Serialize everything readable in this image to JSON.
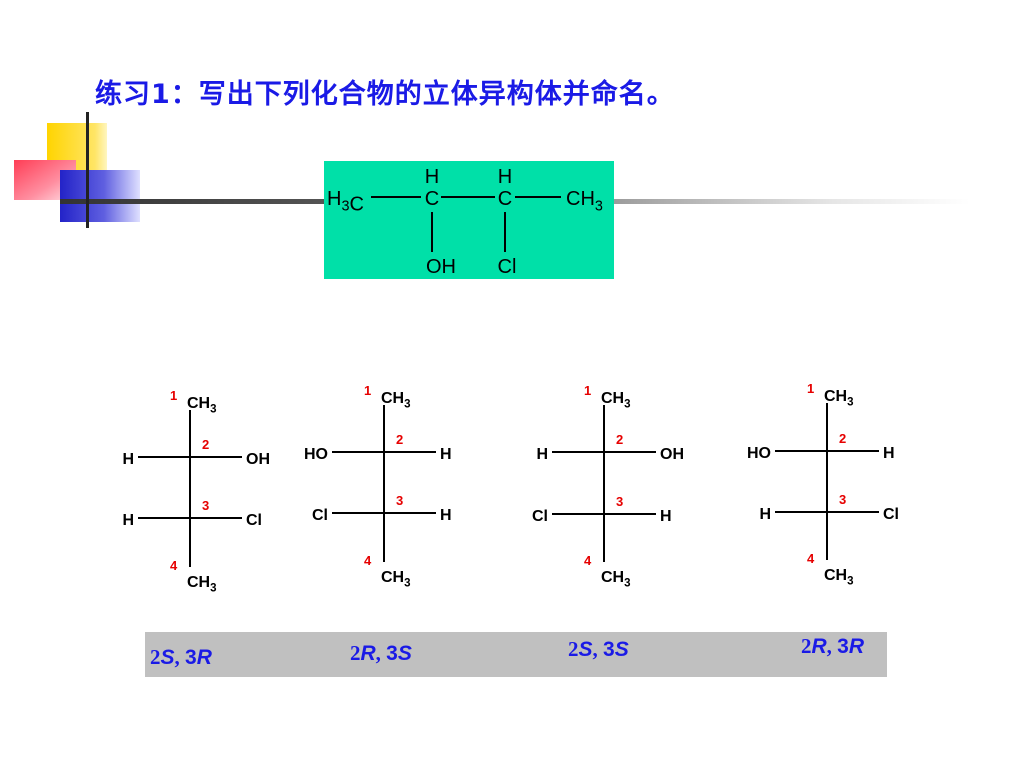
{
  "title": "练习1：写出下列化合物的立体异构体并命名。",
  "molecule": {
    "left_group": "H3C",
    "c2": "C",
    "c3": "C",
    "right_group": "CH3",
    "c2_top": "H",
    "c3_top": "H",
    "c2_bottom": "OH",
    "c3_bottom": "Cl"
  },
  "projections": [
    {
      "top": "CH3",
      "bottom": "CH3",
      "c2_left": "H",
      "c2_right": "OH",
      "c3_left": "H",
      "c3_right": "Cl",
      "n1": "1",
      "n2": "2",
      "n3": "3",
      "n4": "4",
      "name": "2S, 3R"
    },
    {
      "top": "CH3",
      "bottom": "CH3",
      "c2_left": "HO",
      "c2_right": "H",
      "c3_left": "Cl",
      "c3_right": "H",
      "n1": "1",
      "n2": "2",
      "n3": "3",
      "n4": "4",
      "name": "2R, 3S"
    },
    {
      "top": "CH3",
      "bottom": "CH3",
      "c2_left": "H",
      "c2_right": "OH",
      "c3_left": "Cl",
      "c3_right": "H",
      "n1": "1",
      "n2": "2",
      "n3": "3",
      "n4": "4",
      "name": "2S, 3S"
    },
    {
      "top": "CH3",
      "bottom": "CH3",
      "c2_left": "HO",
      "c2_right": "H",
      "c3_left": "H",
      "c3_right": "Cl",
      "n1": "1",
      "n2": "2",
      "n3": "3",
      "n4": "4",
      "name": "2R, 3R"
    }
  ],
  "colors": {
    "title": "#1a1ae6",
    "numbers": "#e60000",
    "box": "#00e0a8",
    "band": "#c0c0c0"
  }
}
